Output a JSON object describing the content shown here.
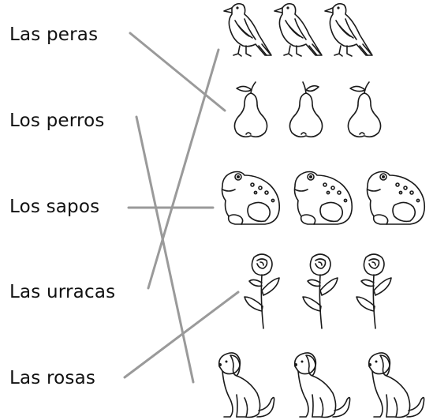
{
  "labels": {
    "peras": "Las peras",
    "perros": "Los perros",
    "sapos": "Los sapos",
    "urracas": "Las urracas",
    "rosas": "Las rosas"
  },
  "pictures": [
    "magpie-icon",
    "pear-icon",
    "toad-icon",
    "rose-icon",
    "dog-icon"
  ],
  "line_color": "#9a9a9a",
  "matches": [
    {
      "label": "peras",
      "picture": "pear-icon"
    },
    {
      "label": "perros",
      "picture": "dog-icon"
    },
    {
      "label": "sapos",
      "picture": "toad-icon"
    },
    {
      "label": "urracas",
      "picture": "magpie-icon"
    },
    {
      "label": "rosas",
      "picture": "rose-icon"
    }
  ]
}
